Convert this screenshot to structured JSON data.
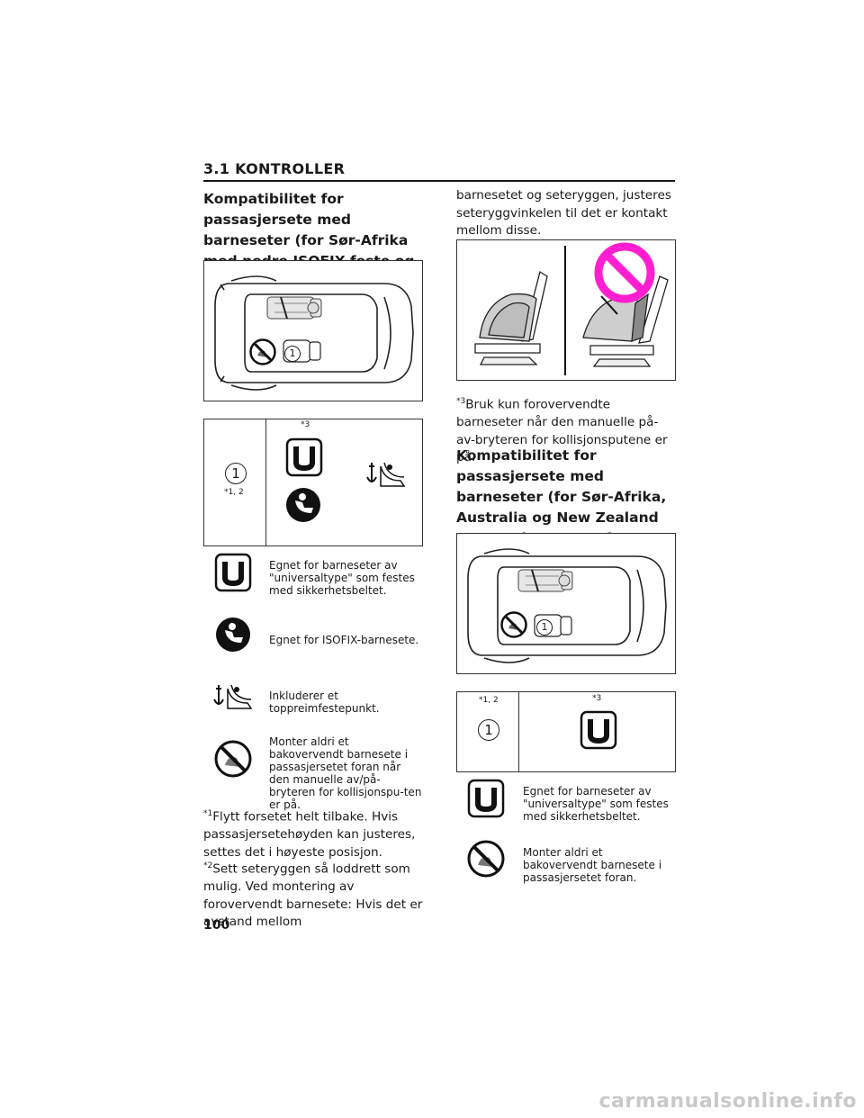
{
  "header": {
    "section_title": "3.1  KONTROLLER"
  },
  "left": {
    "heading": "Kompatibilitet for passasjersete med barneseter (for Sør-Afrika med nedre ISOFIX-feste og manuell av/på-bryter for kollisjonspute)",
    "car_position_label": "1",
    "table": {
      "position_label": "1",
      "position_note": "*1, 2",
      "col_note": "*3"
    },
    "legend": [
      {
        "icon": "universal-u-icon",
        "text": "Egnet for barneseter av \"universaltype\" som festes med sikkerhetsbeltet."
      },
      {
        "icon": "isofix-seat-icon",
        "text": "Egnet for ISOFIX-barnesete."
      },
      {
        "icon": "top-tether-icon",
        "text": "Inkluderer et toppreimfestepunkt."
      },
      {
        "icon": "no-rear-facing-icon",
        "text": "Monter aldri et bakovervendt barnesete i passasjersetet foran når den manuelle av/på-bryteren for kollisjonspu-ten er på."
      }
    ],
    "note1": {
      "mark": "*1",
      "text": "Flytt forsetet helt tilbake. Hvis passasjersetehøyden kan justeres, settes det i høyeste posisjon."
    },
    "note2": {
      "mark": "*2",
      "text": "Sett seteryggen så loddrett som mulig. Ved montering av forovervendt barnesete: Hvis det er avstand mellom"
    }
  },
  "right": {
    "continuation": "barnesetet og seteryggen, justeres seteryggvinkelen til det er kontakt mellom disse.",
    "note3": {
      "mark": "*3",
      "text": "Bruk kun forovervendte barneseter når den manuelle på-av-bryteren for kollisjonsputene er på."
    },
    "heading": "Kompatibilitet for passasjersete med barneseter (for Sør-Afrika, Australia og New Zealand uten nedre ISOFIX-feste og manuell av/på-bryter for kollisjonspute)",
    "car_position_label": "1",
    "table": {
      "position_note": "*1, 2",
      "position_label": "1",
      "col_note": "*3"
    },
    "legend": [
      {
        "icon": "universal-u-icon",
        "text": "Egnet for barneseter av \"universaltype\" som festes med sikkerhetsbeltet."
      },
      {
        "icon": "no-rear-facing-icon",
        "text": "Monter aldri et bakovervendt barnesete i passasjersetet foran."
      }
    ]
  },
  "footer": {
    "page_number": "100",
    "watermark": "carmanualsonline.info"
  },
  "colors": {
    "prohibit": "#ff1fd0",
    "ink": "#1a1a1a"
  }
}
